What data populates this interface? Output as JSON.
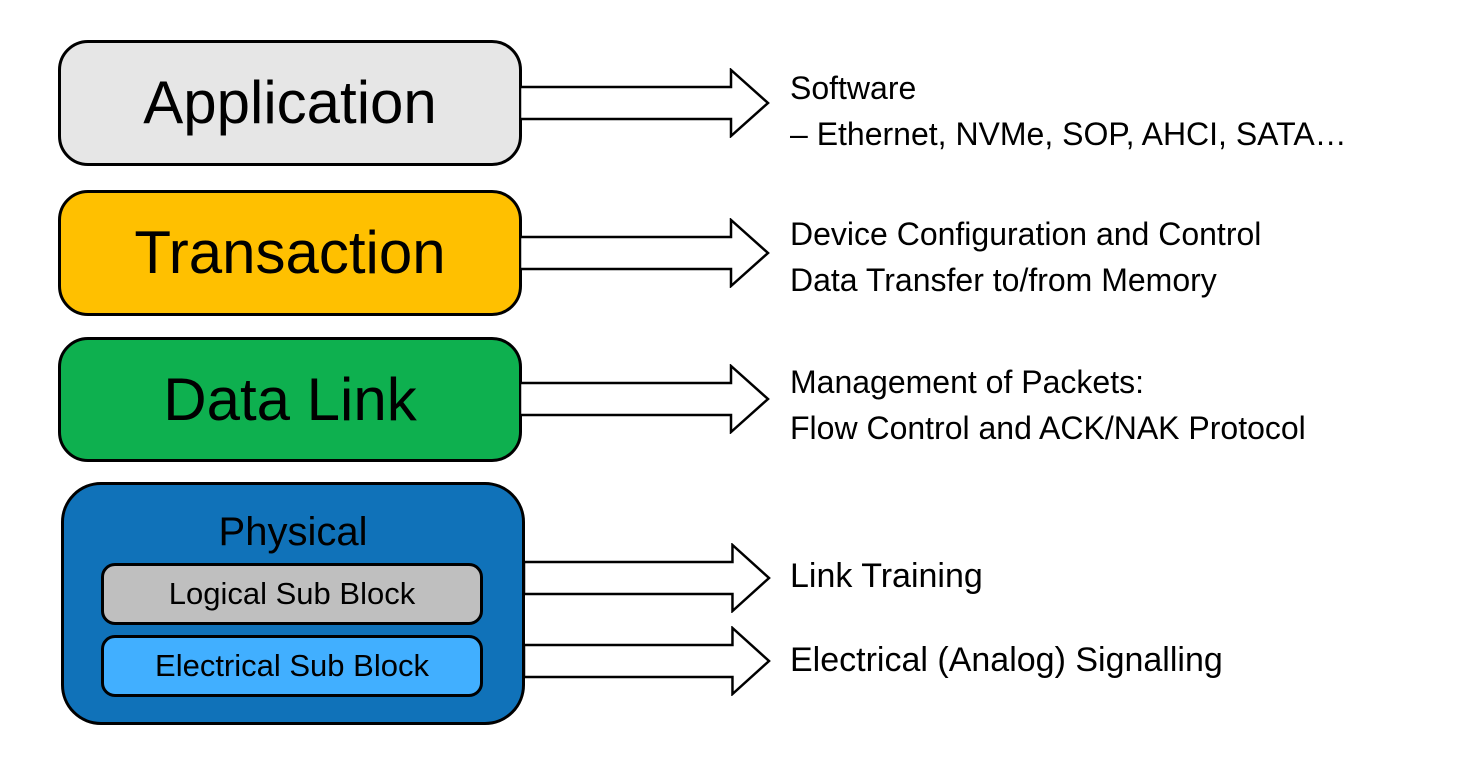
{
  "canvas": {
    "background": "#FFFFFF",
    "border_color": "#000000",
    "arrow_fill": "#FFFFFF",
    "text_color": "#000000"
  },
  "layers": [
    {
      "label": "Application",
      "fill": "#E6E6E6",
      "annotation_lines": [
        "Software",
        "– Ethernet, NVMe, SOP, AHCI, SATA…"
      ]
    },
    {
      "label": "Transaction",
      "fill": "#FFC000",
      "annotation_lines": [
        "Device Configuration and Control",
        "Data Transfer to/from Memory"
      ]
    },
    {
      "label": "Data Link",
      "fill": "#0EB04F",
      "annotation_lines": [
        "Management of Packets:",
        "Flow Control and ACK/NAK Protocol"
      ]
    },
    {
      "label": "Physical",
      "fill": "#1072B9",
      "sub_blocks": [
        {
          "label": "Logical Sub Block",
          "fill": "#BFBFBF",
          "annotation": "Link Training"
        },
        {
          "label": "Electrical Sub Block",
          "fill": "#41AFFF",
          "annotation": "Electrical (Analog) Signalling"
        }
      ]
    }
  ]
}
